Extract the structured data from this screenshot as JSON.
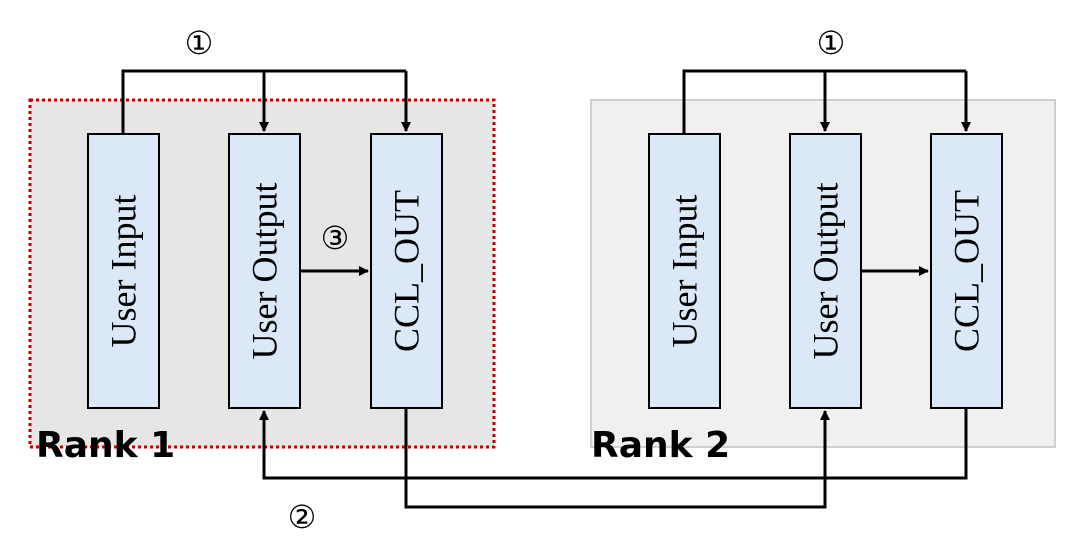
{
  "colors": {
    "rank1_fill": "#e6e6e6",
    "rank1_border": "#c00000",
    "rank2_fill": "#f0f0f0",
    "rank2_border": "#cfcfcf",
    "buffer_fill": "#dae8f7",
    "buffer_border": "#000000",
    "arrow": "#000000"
  },
  "ranks": [
    {
      "label": "Rank 1",
      "border_style": "dotted",
      "buffers": {
        "user_input": "User Input",
        "user_output": "User Output",
        "ccl_out": "CCL_OUT"
      },
      "step_broadcast": "①",
      "step_copy": "③"
    },
    {
      "label": "Rank 2",
      "border_style": "solid",
      "buffers": {
        "user_input": "User Input",
        "user_output": "User Output",
        "ccl_out": "CCL_OUT"
      },
      "step_broadcast": "①",
      "step_copy": ""
    }
  ],
  "step_exchange": "②"
}
